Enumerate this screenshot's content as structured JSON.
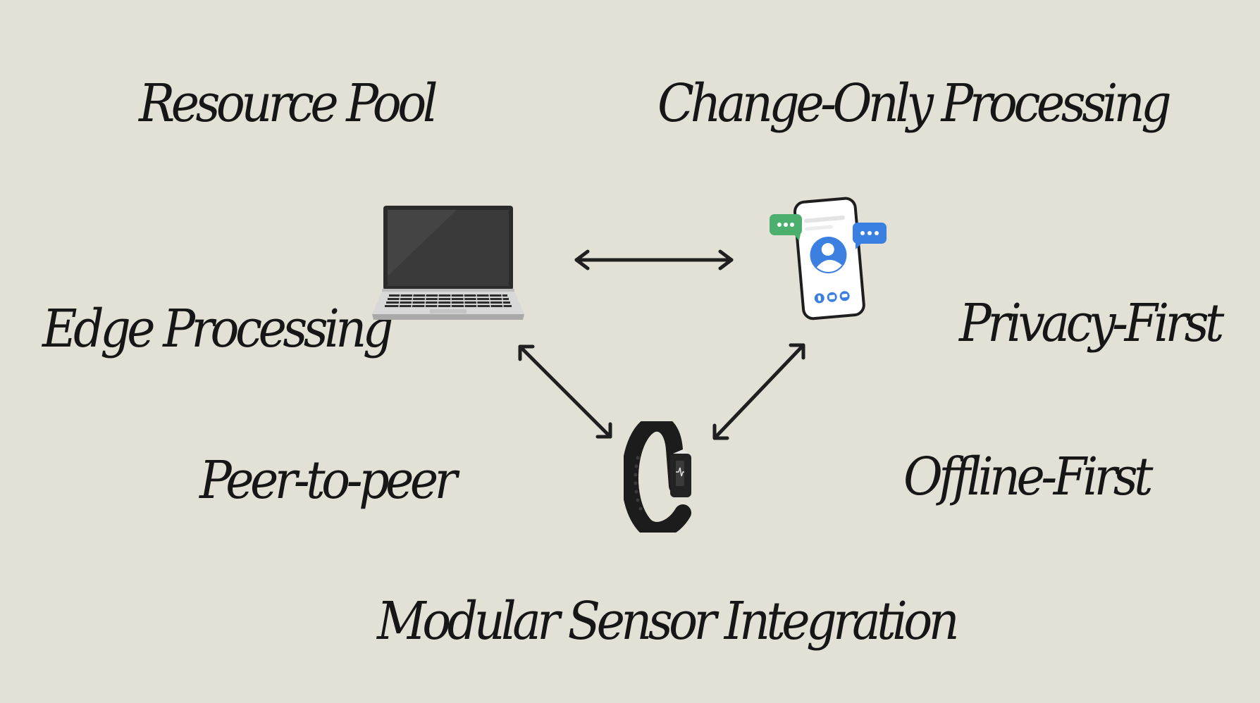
{
  "labels": {
    "resource_pool": "Resource Pool",
    "change_only": "Change-Only Processing",
    "edge_processing": "Edge Processing",
    "privacy_first": "Privacy-First",
    "peer_to_peer": "Peer-to-peer",
    "offline_first": "Offline-First",
    "modular_sensor": "Modular Sensor Integration"
  },
  "devices": {
    "laptop_icon": "laptop-icon",
    "phone_icon": "smartphone-chat-icon",
    "band_icon": "fitness-band-icon"
  },
  "colors": {
    "background": "#e3e1d6",
    "text": "#161616",
    "arrow": "#1f1f1f",
    "bubble_green": "#4caf6e",
    "bubble_blue": "#3b7fe0"
  }
}
